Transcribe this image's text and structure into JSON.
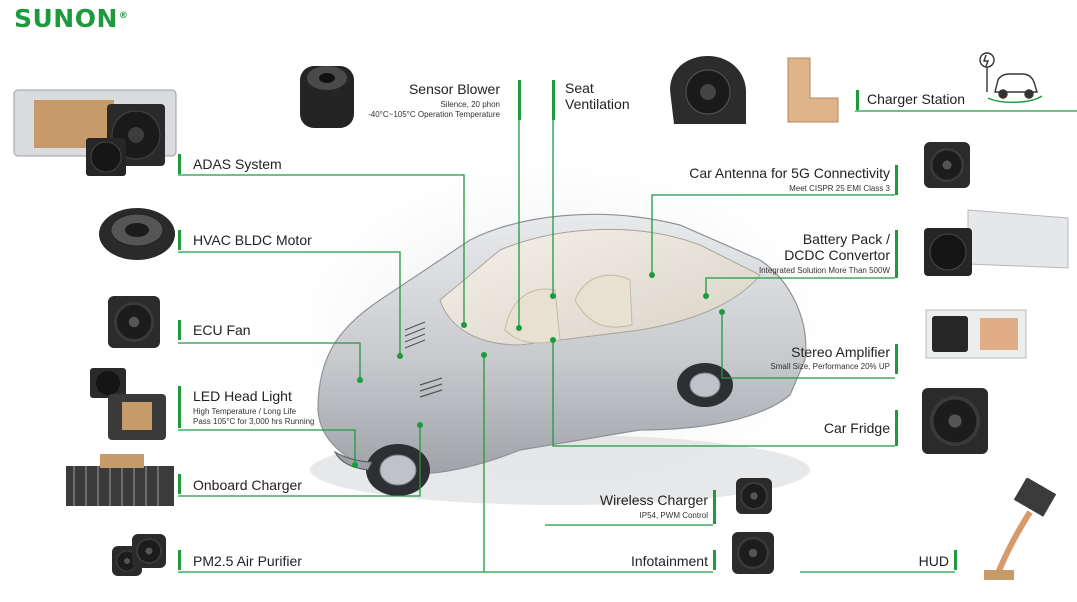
{
  "brand": {
    "name": "SUNON",
    "mark": "®"
  },
  "colors": {
    "accent": "#1e9a3e",
    "line": "#1e9a3e",
    "text": "#222222"
  },
  "labels": [
    {
      "id": "sensor-blower",
      "title": "Sensor Blower",
      "sub": [
        "Silence, 20 phon",
        "-40°C~105°C Operation Temperature"
      ]
    },
    {
      "id": "seat-ventilation",
      "title": "Seat\nVentilation",
      "sub": []
    },
    {
      "id": "charger-station",
      "title": "Charger Station",
      "sub": []
    },
    {
      "id": "adas-system",
      "title": "ADAS System",
      "sub": []
    },
    {
      "id": "hvac-bldc-motor",
      "title": "HVAC BLDC Motor",
      "sub": []
    },
    {
      "id": "ecu-fan",
      "title": "ECU Fan",
      "sub": []
    },
    {
      "id": "led-head-light",
      "title": "LED Head Light",
      "sub": [
        "High Temperature  /  Long Life",
        "Pass 105°C for 3,000 hrs Running"
      ]
    },
    {
      "id": "onboard-charger",
      "title": "Onboard Charger",
      "sub": []
    },
    {
      "id": "pm25-air-purifier",
      "title": "PM2.5 Air Purifier",
      "sub": []
    },
    {
      "id": "car-antenna-5g",
      "title": "Car Antenna for 5G Connectivity",
      "sub": [
        "Meet CISPR 25 EMI Class 3"
      ]
    },
    {
      "id": "battery-pack",
      "title": "Battery Pack /\nDCDC Convertor",
      "sub": [
        "Integrated Solution More Than 500W"
      ]
    },
    {
      "id": "stereo-amplifier",
      "title": "Stereo Amplifier",
      "sub": [
        "Small Size, Performance 20%  UP"
      ]
    },
    {
      "id": "car-fridge",
      "title": "Car Fridge",
      "sub": []
    },
    {
      "id": "wireless-charger",
      "title": "Wireless Charger",
      "sub": [
        "IP54, PWM Control"
      ]
    },
    {
      "id": "infotainment",
      "title": "Infotainment",
      "sub": []
    },
    {
      "id": "hud",
      "title": "HUD",
      "sub": []
    }
  ],
  "icons": [
    "charging-pin-icon",
    "electric-car-icon"
  ]
}
